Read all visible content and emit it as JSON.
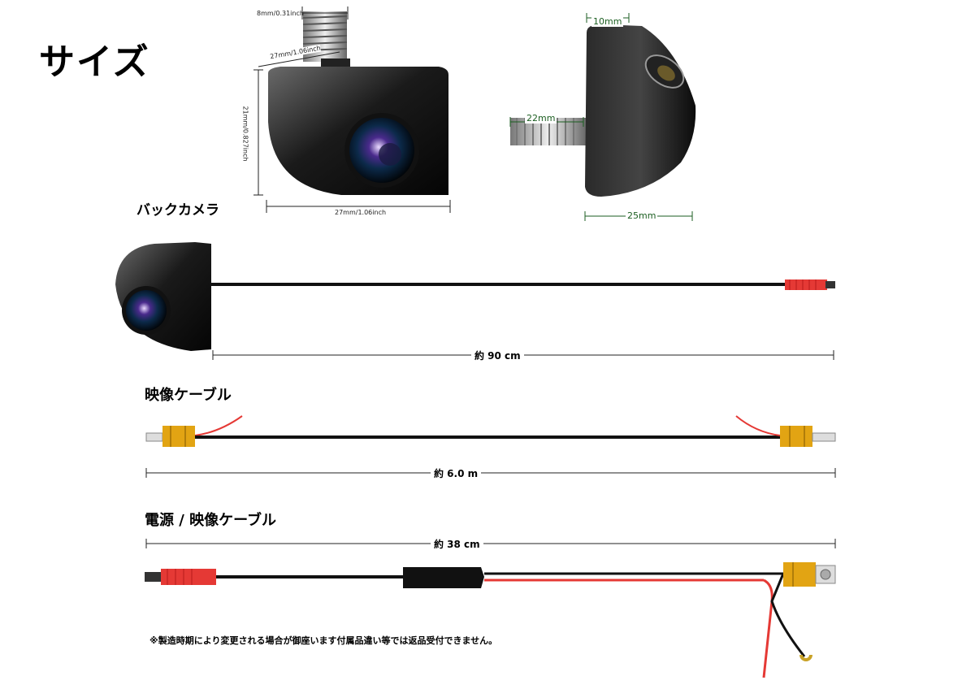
{
  "title": "サイズ",
  "camera": {
    "label": "バックカメラ",
    "dim_screw": "8mm/0.31inch",
    "dim_top": "27mm/1.06inch",
    "dim_height": "21mm/0.827inch",
    "dim_bottom": "27mm/1.06inch"
  },
  "side_view": {
    "dim_top": "10mm",
    "dim_screw": "22mm",
    "dim_bottom": "25mm"
  },
  "camera_cable": {
    "length": "約 90 cm"
  },
  "video_cable": {
    "label": "映像ケーブル",
    "length": "約 6.0 m"
  },
  "power_cable": {
    "label": "電源 / 映像ケーブル",
    "length": "約 38 cm"
  },
  "note": "※製造時期により変更される場合が御座います付属品違い等では返品受付できません。",
  "colors": {
    "cable": "#111111",
    "red": "#e53935",
    "rca_yellow": "#e2a413",
    "dim_green": "#1b5e20"
  }
}
